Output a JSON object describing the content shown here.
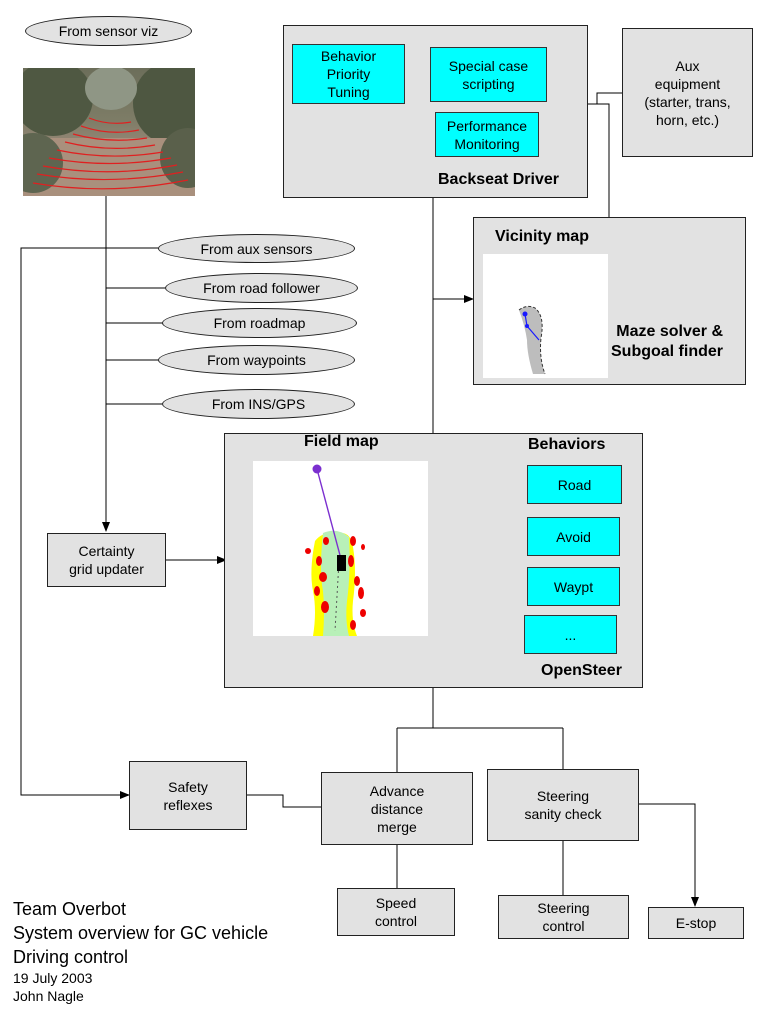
{
  "inputs": {
    "sensor_viz": "From sensor viz",
    "aux_sensors": "From aux sensors",
    "road_follower": "From road follower",
    "roadmap": "From roadmap",
    "waypoints": "From waypoints",
    "ins_gps": "From INS/GPS"
  },
  "backseat": {
    "title": "Backseat Driver",
    "behavior_priority": "Behavior\nPriority\nTuning",
    "special_case": "Special case\nscripting",
    "performance": "Performance\nMonitoring"
  },
  "aux_equipment": "Aux\nequipment\n(starter, trans,\nhorn, etc.)",
  "vicinity": {
    "title": "Vicinity map",
    "solver": "Maze solver &\nSubgoal finder"
  },
  "fieldmap": {
    "title": "Field map",
    "behaviors_title": "Behaviors",
    "opensteer": "OpenSteer",
    "behaviors": [
      "Road",
      "Avoid",
      "Waypt",
      "..."
    ]
  },
  "boxes": {
    "certainty": "Certainty\ngrid updater",
    "safety": "Safety\nreflexes",
    "advance": "Advance\ndistance\nmerge",
    "steer_check": "Steering\nsanity check",
    "speed": "Speed\ncontrol",
    "steer_control": "Steering\ncontrol",
    "estop": "E-stop"
  },
  "credits": {
    "line1": "Team Overbot",
    "line2": "System overview for GC vehicle",
    "line3": "Driving control",
    "date": "19 July 2003",
    "author": "John Nagle"
  }
}
